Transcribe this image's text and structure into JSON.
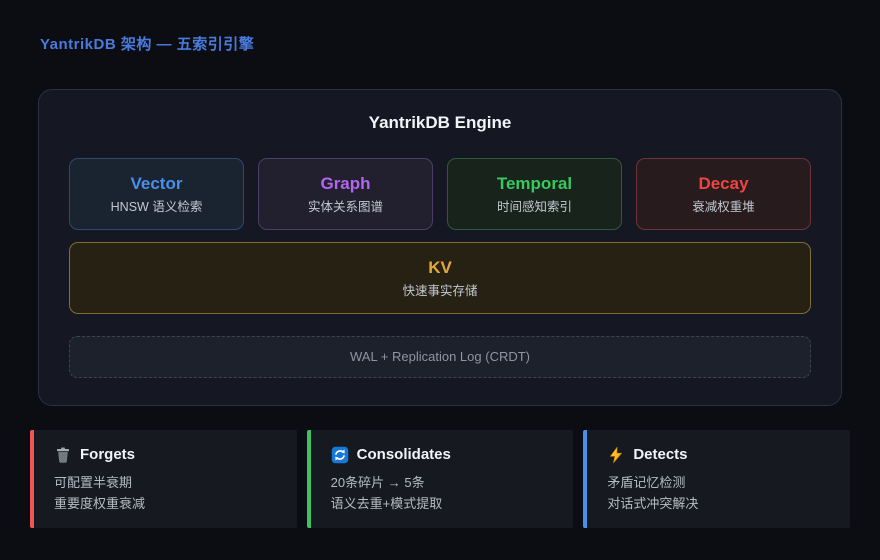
{
  "page": {
    "title": "YantrikDB 架构 — 五索引引擎"
  },
  "engine": {
    "title": "YantrikDB Engine",
    "indexes": [
      {
        "name": "Vector",
        "desc": "HNSW 语义检索",
        "color": "#4a8fe8"
      },
      {
        "name": "Graph",
        "desc": "实体关系图谱",
        "color": "#b266f2"
      },
      {
        "name": "Temporal",
        "desc": "时间感知索引",
        "color": "#38c95e"
      },
      {
        "name": "Decay",
        "desc": "衰减权重堆",
        "color": "#ef4444"
      }
    ],
    "kv": {
      "name": "KV",
      "desc": "快速事实存储",
      "color": "#e2a93e"
    },
    "wal": {
      "label": "WAL + Replication Log (CRDT)"
    }
  },
  "features": [
    {
      "icon": "trash-icon",
      "title": "Forgets",
      "accent": "#f05555",
      "lines": [
        "可配置半衰期",
        "重要度权重衰减"
      ]
    },
    {
      "icon": "sync-icon",
      "title": "Consolidates",
      "accent": "#3fc162",
      "lines": [
        "20条碎片 → 5条",
        "语义去重+模式提取"
      ]
    },
    {
      "icon": "lightning-icon",
      "title": "Detects",
      "accent": "#4a8fe8",
      "lines": [
        "矛盾记忆检测",
        "对话式冲突解决"
      ]
    }
  ]
}
